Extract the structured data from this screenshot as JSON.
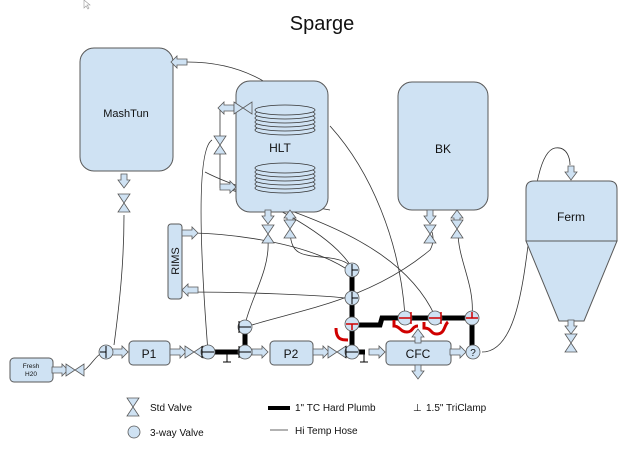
{
  "title": "Sparge",
  "vessels": {
    "mashtun": "MashTun",
    "hlt": "HLT",
    "bk": "BK",
    "ferm": "Ferm",
    "rims": "RIMS",
    "fresh_water": [
      "Fresh",
      "H20"
    ],
    "p1": "P1",
    "p2": "P2",
    "cfc": "CFC",
    "unknown_valve": "?"
  },
  "legend": {
    "std_valve": "Std Valve",
    "three_way_valve": "3-way Valve",
    "hard_plumb": "1\" TC Hard Plumb",
    "hose": "Hi Temp Hose",
    "triclamp_symbol": "⊥",
    "triclamp": "1.5\" TriClamp"
  },
  "colors": {
    "vessel_fill": "#cfe2f3",
    "highlight": "#d00000"
  }
}
